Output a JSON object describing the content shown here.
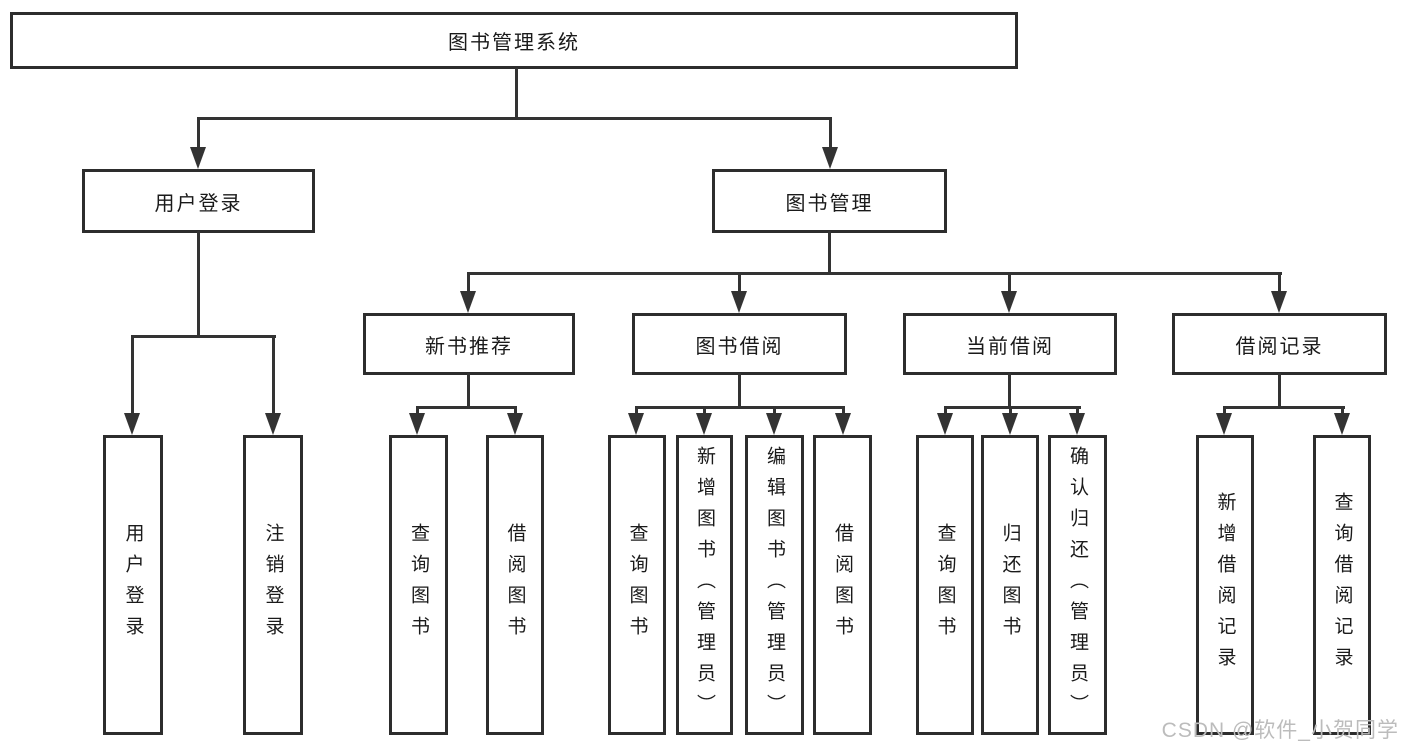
{
  "diagram": {
    "root": {
      "label": "图书管理系统"
    },
    "level2": [
      {
        "label": "用户登录"
      },
      {
        "label": "图书管理"
      }
    ],
    "level3": [
      {
        "label": "新书推荐"
      },
      {
        "label": "图书借阅"
      },
      {
        "label": "当前借阅"
      },
      {
        "label": "借阅记录"
      }
    ],
    "leaves": {
      "user_login": [
        {
          "label": "用户登录"
        },
        {
          "label": "注销登录"
        }
      ],
      "new_book": [
        {
          "label": "查询图书"
        },
        {
          "label": "借阅图书"
        }
      ],
      "book_borrow": [
        {
          "label": "查询图书"
        },
        {
          "label": "新增图书（管理员）"
        },
        {
          "label": "编辑图书（管理员）"
        },
        {
          "label": "借阅图书"
        }
      ],
      "current_borrow": [
        {
          "label": "查询图书"
        },
        {
          "label": "归还图书"
        },
        {
          "label": "确认归还（管理员）"
        }
      ],
      "borrow_record": [
        {
          "label": "新增借阅记录"
        },
        {
          "label": "查询借阅记录"
        }
      ]
    }
  },
  "watermark": {
    "text": "CSDN @软件_小贺同学"
  },
  "colors": {
    "background": "#ffffff",
    "line": "#333333",
    "box_border": "#2d2d2d",
    "text": "#1a1a1a",
    "watermark": "#bcbcbc"
  }
}
